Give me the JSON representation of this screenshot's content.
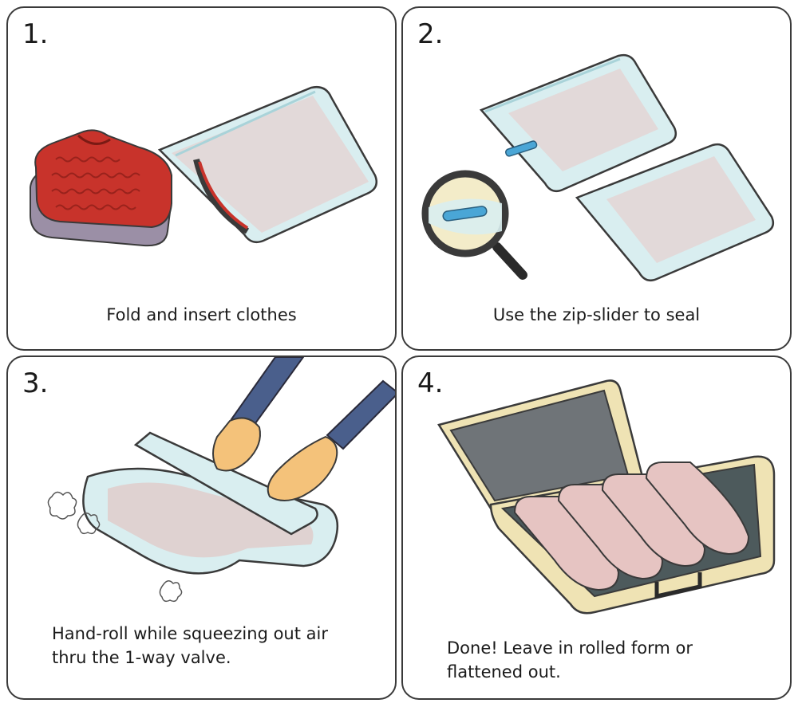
{
  "steps": [
    {
      "number": "1.",
      "caption": "Fold and insert clothes"
    },
    {
      "number": "2.",
      "caption": "Use the zip-slider to seal"
    },
    {
      "number": "3.",
      "caption_lines": [
        "Hand-roll while squeezing out air",
        "thru the 1-way valve."
      ]
    },
    {
      "number": "4.",
      "caption_lines": [
        "Done! Leave in rolled form or",
        "flattened out."
      ]
    }
  ],
  "colors": {
    "border": "#3a3a3a",
    "sweater": "#c8332b",
    "bag": "#d9eef0",
    "suitcase": "#efe3b4",
    "slider": "#4aa6d6",
    "sleeve": "#4a5f8c",
    "skin": "#f4c27a"
  }
}
